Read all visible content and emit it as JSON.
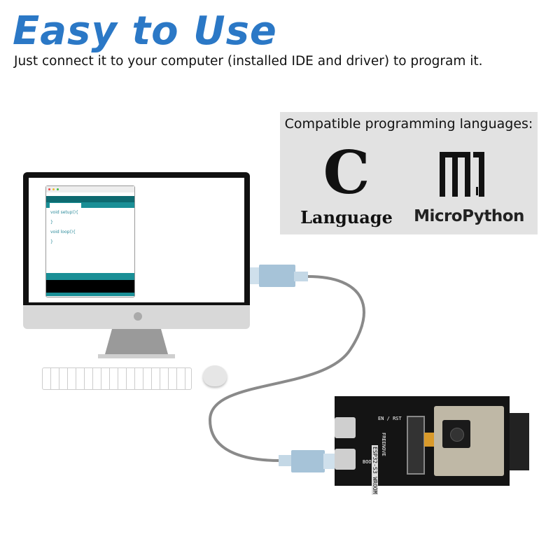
{
  "header": {
    "title": "Easy to Use",
    "subtitle": "Just connect it to your computer (installed IDE and driver) to program it."
  },
  "languages": {
    "heading": "Compatible programming languages:",
    "items": [
      {
        "logo": "C",
        "label": "Language"
      },
      {
        "logo": "micropython-logo",
        "label": "MicroPython"
      }
    ]
  },
  "ide": {
    "code": [
      "void setup(){",
      "}",
      "void loop(){",
      "}"
    ]
  },
  "board": {
    "labels": [
      "ESP32-S3 WROOM",
      "FREENOVE",
      "EN / RST",
      "BOOT"
    ]
  },
  "colors": {
    "title": "#2b78c6",
    "ide_teal": "#1a8f96",
    "cable": "#8a8a8a",
    "connector": "#a6c3d8"
  }
}
